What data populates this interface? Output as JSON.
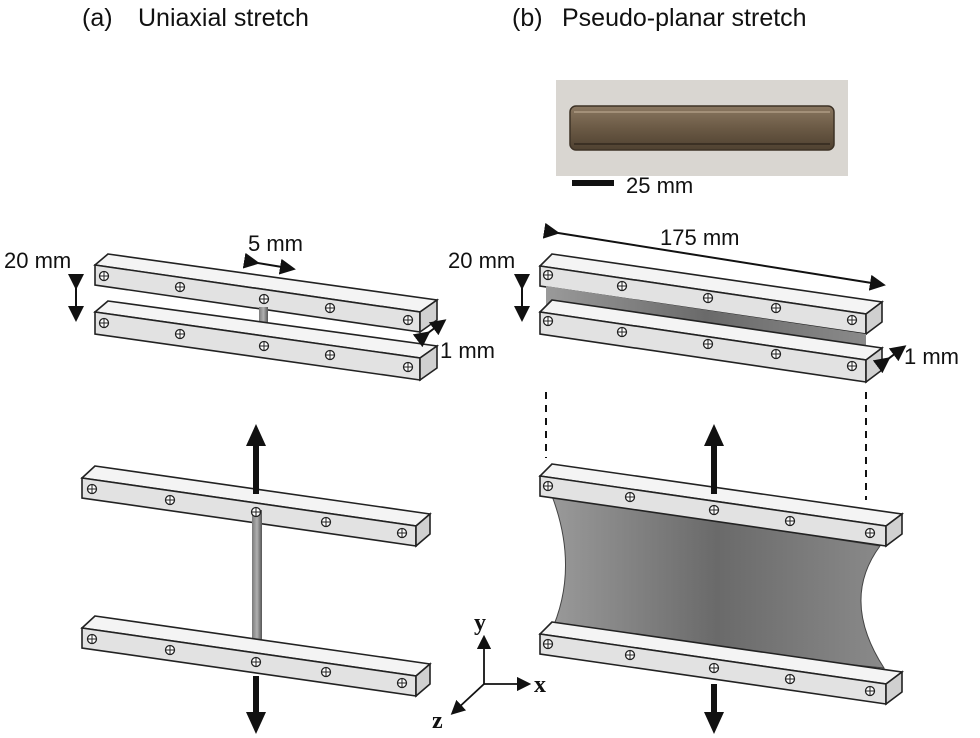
{
  "panels": {
    "a": {
      "letter": "(a)",
      "title": "Uniaxial stretch"
    },
    "b": {
      "letter": "(b)",
      "title": "Pseudo-planar stretch"
    }
  },
  "dimensions": {
    "a_gap": "20 mm",
    "a_width": "5 mm",
    "a_thickness": "1 mm",
    "b_gap": "20 mm",
    "b_length": "175 mm",
    "b_thickness": "1 mm",
    "photo_scale": "25 mm"
  },
  "axes": {
    "x": "x",
    "y": "y",
    "z": "z"
  },
  "colors": {
    "specimen": "#6e6e6e",
    "photo_specimen": "#6b5a45",
    "photo_background": "#d9d6d1"
  }
}
